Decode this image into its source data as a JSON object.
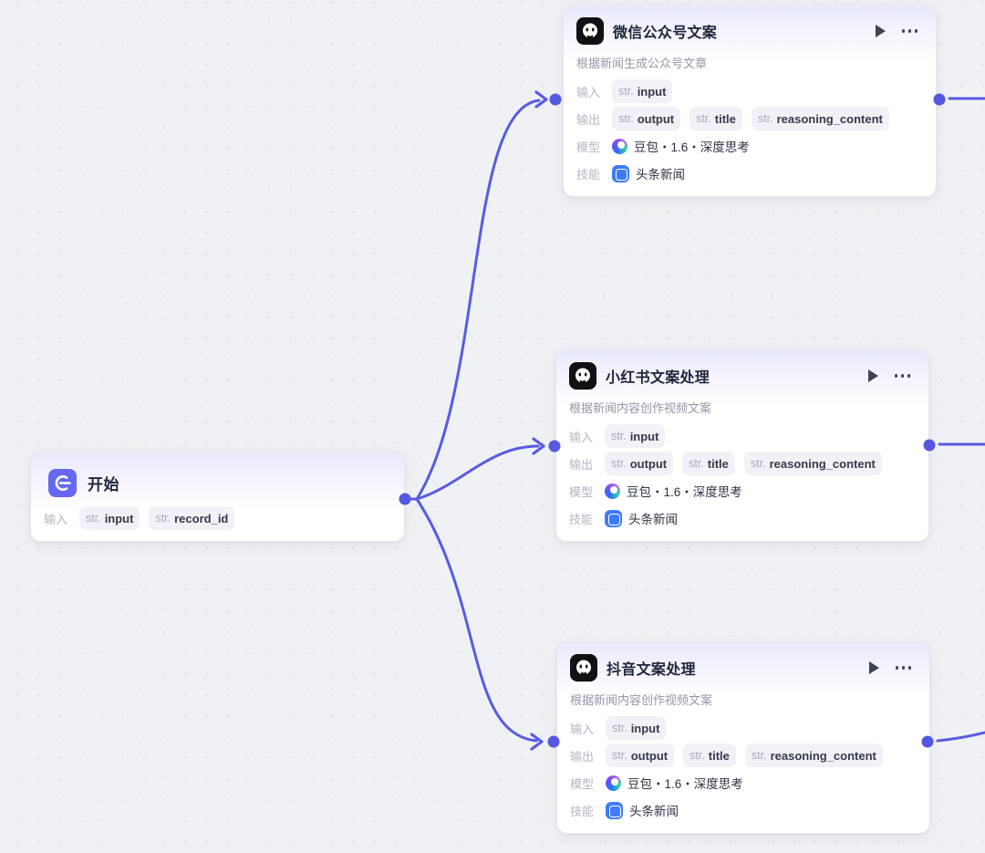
{
  "colors": {
    "edge": "#575ce2",
    "port": "#5558e0",
    "canvas_bg": "#f0f1f4",
    "node_header_tint": "#e9eafa"
  },
  "start": {
    "title": "开始",
    "input_label": "输入",
    "tags": [
      {
        "t": "str.",
        "n": "input"
      },
      {
        "t": "str.",
        "n": "record_id"
      }
    ]
  },
  "nodes": [
    {
      "title": "微信公众号文案",
      "description": "根据新闻生成公众号文章",
      "input_label": "输入",
      "output_label": "输出",
      "model_label": "模型",
      "skill_label": "技能",
      "input_tags": [
        {
          "t": "str.",
          "n": "input"
        }
      ],
      "output_tags": [
        {
          "t": "str.",
          "n": "output"
        },
        {
          "t": "str.",
          "n": "title"
        },
        {
          "t": "str.",
          "n": "reasoning_content"
        }
      ],
      "model": "豆包・1.6・深度思考",
      "skill": "头条新闻"
    },
    {
      "title": "小红书文案处理",
      "description": "根据新闻内容创作视频文案",
      "input_label": "输入",
      "output_label": "输出",
      "model_label": "模型",
      "skill_label": "技能",
      "input_tags": [
        {
          "t": "str.",
          "n": "input"
        }
      ],
      "output_tags": [
        {
          "t": "str.",
          "n": "output"
        },
        {
          "t": "str.",
          "n": "title"
        },
        {
          "t": "str.",
          "n": "reasoning_content"
        }
      ],
      "model": "豆包・1.6・深度思考",
      "skill": "头条新闻"
    },
    {
      "title": "抖音文案处理",
      "description": "根据新闻内容创作视频文案",
      "input_label": "输入",
      "output_label": "输出",
      "model_label": "模型",
      "skill_label": "技能",
      "input_tags": [
        {
          "t": "str.",
          "n": "input"
        }
      ],
      "output_tags": [
        {
          "t": "str.",
          "n": "output"
        },
        {
          "t": "str.",
          "n": "title"
        },
        {
          "t": "str.",
          "n": "reasoning_content"
        }
      ],
      "model": "豆包・1.6・深度思考",
      "skill": "头条新闻"
    }
  ]
}
